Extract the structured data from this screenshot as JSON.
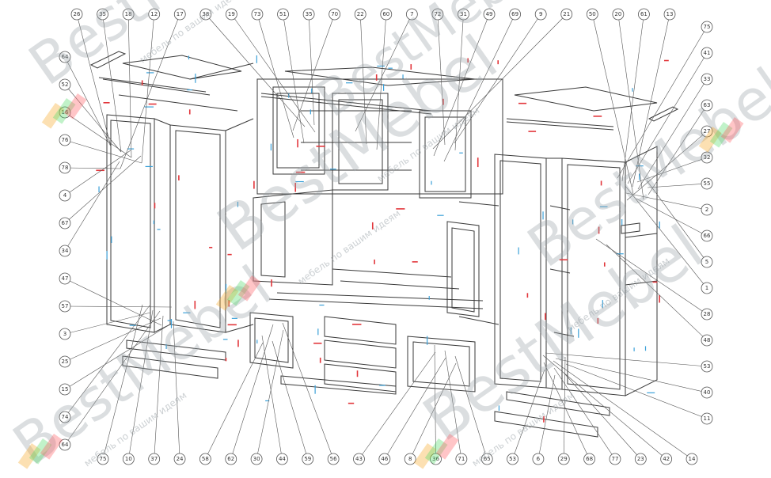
{
  "watermark": {
    "brand": "BestMebel",
    "tagline": "мебель по вашим идеям",
    "colors": [
      "#f5a623",
      "#4cd964",
      "#ff5a5f"
    ]
  },
  "callouts": {
    "top": [
      "26",
      "35",
      "18",
      "12",
      "17",
      "38",
      "19",
      "73",
      "51",
      "35",
      "70",
      "22",
      "60",
      "7",
      "72",
      "31",
      "49",
      "69",
      "9",
      "21",
      "50",
      "20",
      "61",
      "13"
    ],
    "left": [
      "64",
      "52",
      "16",
      "76",
      "78",
      "4",
      "67",
      "34",
      "47",
      "57",
      "3",
      "25",
      "15",
      "74",
      "64"
    ],
    "right": [
      "75",
      "41",
      "33",
      "63",
      "27",
      "32",
      "55",
      "2",
      "66",
      "5",
      "1",
      "28",
      "48",
      "53",
      "40",
      "11"
    ],
    "bottom": [
      "75",
      "10",
      "37",
      "24",
      "58",
      "62",
      "30",
      "44",
      "59",
      "56",
      "43",
      "46",
      "8",
      "36",
      "71",
      "65",
      "53",
      "6",
      "29",
      "68",
      "77",
      "23",
      "42",
      "14"
    ]
  },
  "colors": {
    "line": "#3a3a3a",
    "fitting_blue": "#3aa0d8",
    "fitting_red": "#e2363b",
    "callout": "#555555"
  }
}
